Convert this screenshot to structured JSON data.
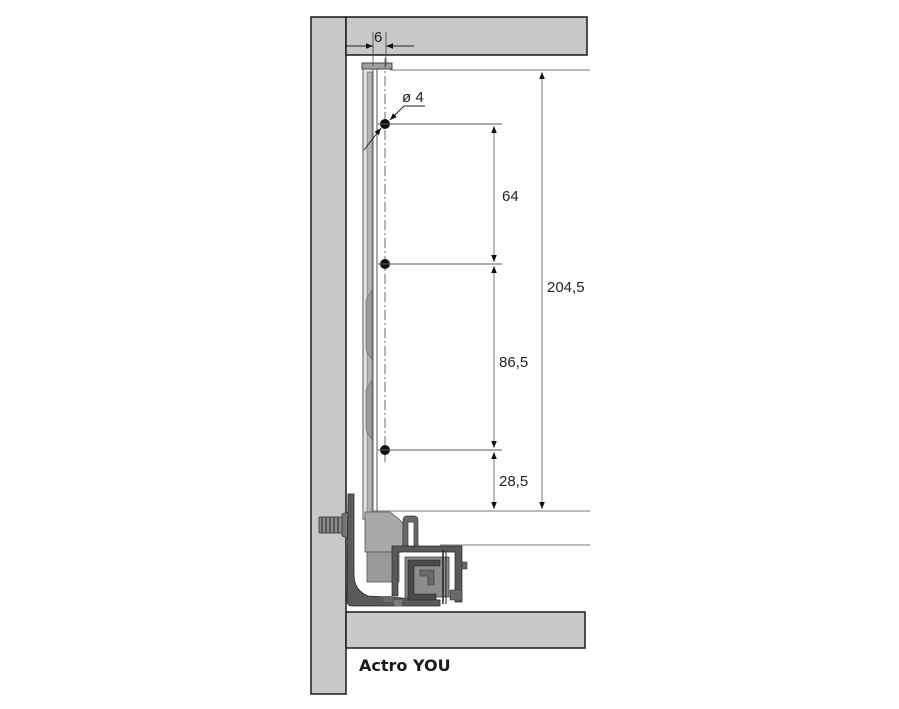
{
  "diagram": {
    "product_name": "Actro YOU",
    "type": "technical-cross-section",
    "colors": {
      "panel_fill": "#c8c8c8",
      "panel_stroke": "#1a1a1a",
      "dimension_line": "#555555",
      "runner_dark": "#5a5a5a",
      "runner_mid": "#8c8c8c",
      "runner_light": "#b4b4b4"
    },
    "dimensions": {
      "side_offset": "6",
      "hole_diameter": "ø 4",
      "hole_spacing_top": "64",
      "hole_spacing_mid": "86,5",
      "hole_bottom_offset": "28,5",
      "total_height": "204,5"
    },
    "components": [
      "cabinet-side-panel",
      "top-panel",
      "drawer-bottom-panel",
      "drawer-side-profile",
      "runner-mechanism",
      "mounting-screw",
      "fixing-holes"
    ]
  }
}
